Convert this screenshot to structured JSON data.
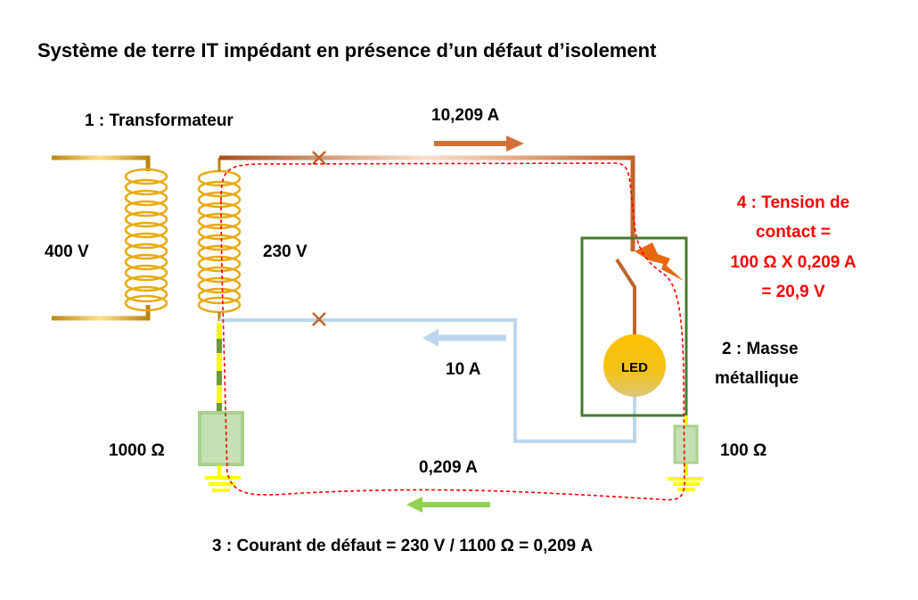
{
  "title": "Système de terre IT impédant en présence d’un défaut d’isolement",
  "labels": {
    "transformer": "1 : Transformateur",
    "primary_voltage": "400 V",
    "secondary_voltage": "230 V",
    "phase_current": "10,209 A",
    "neutral_current": "10 A",
    "fault_current": "0,209 A",
    "neutral_resistance": "1000 Ω",
    "mass_resistance": "100 Ω",
    "mass_line1": "2 : Masse",
    "mass_line2": "métallique",
    "led": "LED",
    "fault_formula": "3 : Courant de défaut = 230 V / 1100 Ω = 0,209 A",
    "contact_voltage": [
      "4 : Tension de",
      "contact =",
      "100 Ω X 0,209 A",
      "= 20,9 V"
    ]
  },
  "colors": {
    "phase": "#c0642a",
    "neutral": "#bcd6ee",
    "fault_path": "#ff0000",
    "coil": "#f0b400",
    "box": "#4a7a30",
    "resistor": "#c5e0b4",
    "warning_text": "#ff0000"
  }
}
